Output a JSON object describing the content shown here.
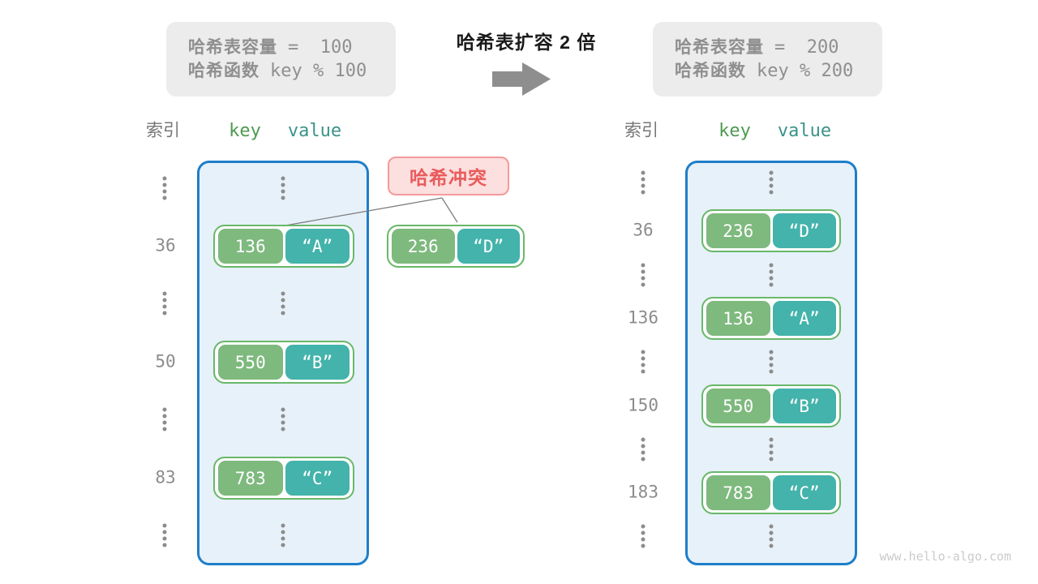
{
  "info_before": {
    "lines": [
      {
        "label": "哈希表容量",
        "code": "=  100"
      },
      {
        "label": "哈希函数",
        "code": "key % 100"
      }
    ]
  },
  "info_after": {
    "lines": [
      {
        "label": "哈希表容量",
        "code": "=  200"
      },
      {
        "label": "哈希函数",
        "code": "key % 200"
      }
    ]
  },
  "transition": {
    "title": "哈希表扩容 2 倍",
    "arrow_icon": "right-block-arrow"
  },
  "collision": {
    "badge_text": "哈希冲突",
    "item": {
      "key": "236",
      "value": "“D”"
    }
  },
  "left_table": {
    "headers": {
      "index": "索引",
      "key": "key",
      "value": "value"
    },
    "items": [
      {
        "index": "36",
        "key": "136",
        "value": "“A”"
      },
      {
        "index": "50",
        "key": "550",
        "value": "“B”"
      },
      {
        "index": "83",
        "key": "783",
        "value": "“C”"
      }
    ]
  },
  "right_table": {
    "headers": {
      "index": "索引",
      "key": "key",
      "value": "value"
    },
    "items": [
      {
        "index": "36",
        "key": "236",
        "value": "“D”"
      },
      {
        "index": "136",
        "key": "136",
        "value": "“A”"
      },
      {
        "index": "150",
        "key": "550",
        "value": "“B”"
      },
      {
        "index": "183",
        "key": "783",
        "value": "“C”"
      }
    ]
  },
  "watermark": "www.hello-algo.com",
  "colors": {
    "info_box_bg": "#ececec",
    "info_text": "#8f8f8f",
    "title_text": "#1a1a1a",
    "arrow_gray": "#8e8e8e",
    "header_index": "#767676",
    "header_key": "#4e9a50",
    "header_value": "#3a9389",
    "container_border": "#1e7ec8",
    "container_bg": "#e7f1fa",
    "pair_border": "#69b869",
    "pair_bg": "#fdfefd",
    "key_bg": "#7eb97e",
    "value_bg": "#43b3ab",
    "cell_text": "#ffffff",
    "badge_bg": "#fcdfdf",
    "badge_border": "#f49a9a",
    "badge_text": "#ea5a5a",
    "index_text": "#8c8c8c",
    "connector": "#7d7d7d",
    "watermark": "#cbcbcb"
  }
}
